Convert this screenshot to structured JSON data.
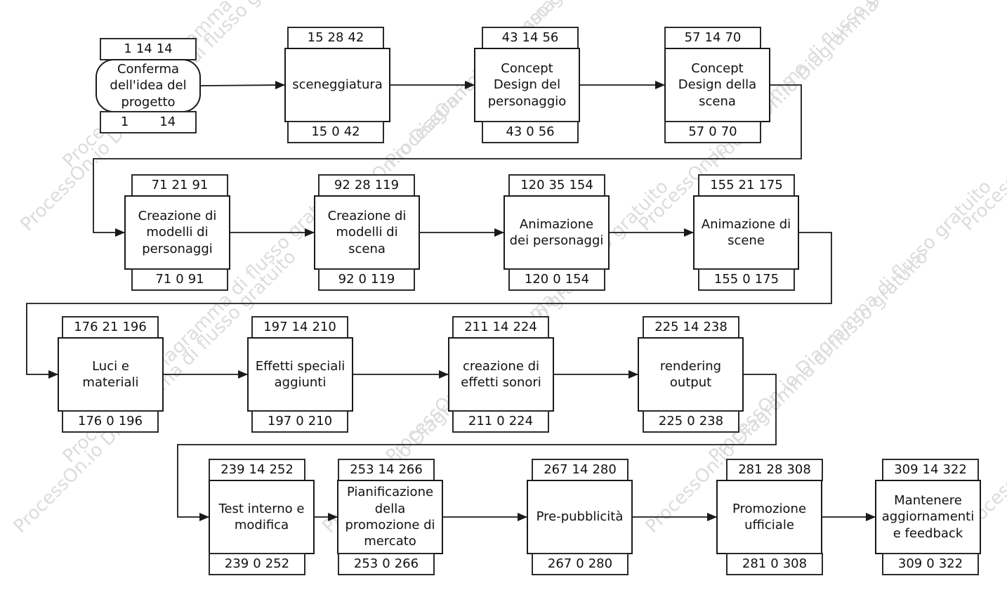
{
  "watermark_text": "ProcessOn.io Diagramma di flusso gratuito",
  "tasks": [
    {
      "label": "Conferma dell'idea del progetto",
      "shape": "rounded",
      "top": [
        "1",
        "14",
        "14"
      ],
      "bottom": [
        "1",
        "",
        "14"
      ]
    },
    {
      "label": "sceneggiatura",
      "shape": "rect",
      "top": [
        "15",
        "28",
        "42"
      ],
      "bottom": [
        "15",
        "0",
        "42"
      ]
    },
    {
      "label": "Concept Design del personaggio",
      "shape": "rect",
      "top": [
        "43",
        "14",
        "56"
      ],
      "bottom": [
        "43",
        "0",
        "56"
      ]
    },
    {
      "label": "Concept Design della scena",
      "shape": "rect",
      "top": [
        "57",
        "14",
        "70"
      ],
      "bottom": [
        "57",
        "0",
        "70"
      ]
    },
    {
      "label": "Creazione di modelli di personaggi",
      "shape": "rect",
      "top": [
        "71",
        "21",
        "91"
      ],
      "bottom": [
        "71",
        "0",
        "91"
      ]
    },
    {
      "label": "Creazione di modelli di scena",
      "shape": "rect",
      "top": [
        "92",
        "28",
        "119"
      ],
      "bottom": [
        "92",
        "0",
        "119"
      ]
    },
    {
      "label": "Animazione dei personaggi",
      "shape": "rect",
      "top": [
        "120",
        "35",
        "154"
      ],
      "bottom": [
        "120",
        "0",
        "154"
      ]
    },
    {
      "label": "Animazione di scene",
      "shape": "rect",
      "top": [
        "155",
        "21",
        "175"
      ],
      "bottom": [
        "155",
        "0",
        "175"
      ]
    },
    {
      "label": "Luci e materiali",
      "shape": "rect",
      "top": [
        "176",
        "21",
        "196"
      ],
      "bottom": [
        "176",
        "0",
        "196"
      ]
    },
    {
      "label": "Effetti speciali aggiunti",
      "shape": "rect",
      "top": [
        "197",
        "14",
        "210"
      ],
      "bottom": [
        "197",
        "0",
        "210"
      ]
    },
    {
      "label": "creazione di effetti sonori",
      "shape": "rect",
      "top": [
        "211",
        "14",
        "224"
      ],
      "bottom": [
        "211",
        "0",
        "224"
      ]
    },
    {
      "label": "rendering output",
      "shape": "rect",
      "top": [
        "225",
        "14",
        "238"
      ],
      "bottom": [
        "225",
        "0",
        "238"
      ]
    },
    {
      "label": "Test interno e modifica",
      "shape": "rect",
      "top": [
        "239",
        "14",
        "252"
      ],
      "bottom": [
        "239",
        "0",
        "252"
      ]
    },
    {
      "label": "Pianificazione della promozione di mercato",
      "shape": "rect",
      "top": [
        "253",
        "14",
        "266"
      ],
      "bottom": [
        "253",
        "0",
        "266"
      ]
    },
    {
      "label": "Pre-pubblicità",
      "shape": "rect",
      "top": [
        "267",
        "14",
        "280"
      ],
      "bottom": [
        "267",
        "0",
        "280"
      ]
    },
    {
      "label": "Promozione ufficiale",
      "shape": "rect",
      "top": [
        "281",
        "28",
        "308"
      ],
      "bottom": [
        "281",
        "0",
        "308"
      ]
    },
    {
      "label": "Mantenere aggiornamenti e feedback",
      "shape": "rect",
      "top": [
        "309",
        "14",
        "322"
      ],
      "bottom": [
        "309",
        "0",
        "322"
      ]
    }
  ]
}
